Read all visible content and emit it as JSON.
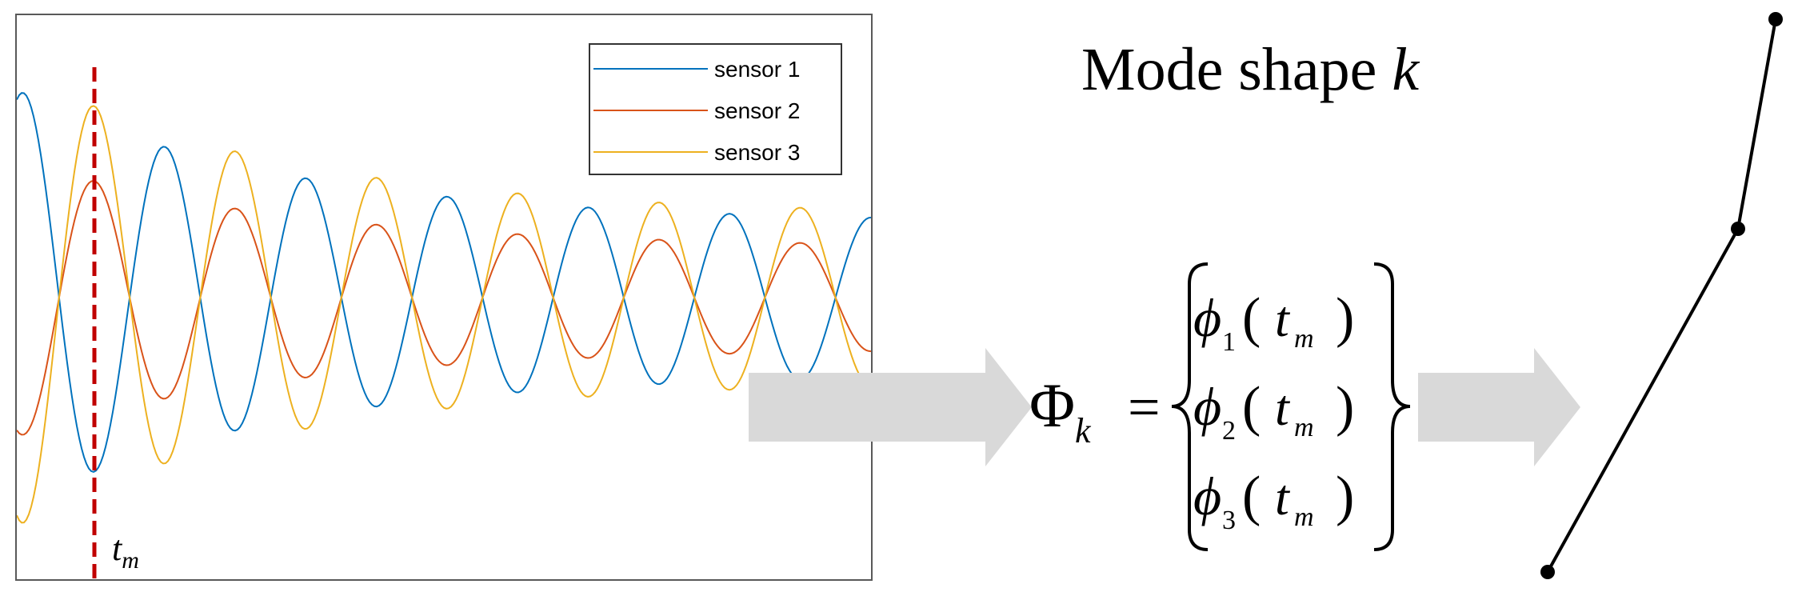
{
  "legend": {
    "entries": [
      {
        "label": "sensor 1",
        "color": "#0072BD"
      },
      {
        "label": "sensor 2",
        "color": "#D95319"
      },
      {
        "label": "sensor 3",
        "color": "#EDB120"
      }
    ]
  },
  "marker": {
    "t": "t",
    "sub": "m",
    "color": "#C00000"
  },
  "mode_title": {
    "prefix": "Mode shape ",
    "var": "k"
  },
  "equation": {
    "lhs": "Φ",
    "lhs_sub": "k",
    "equals": "=",
    "rows": [
      {
        "phi": "ϕ",
        "index": "1",
        "t": "t",
        "sub": "m"
      },
      {
        "phi": "ϕ",
        "index": "2",
        "t": "t",
        "sub": "m"
      },
      {
        "phi": "ϕ",
        "index": "3",
        "t": "t",
        "sub": "m"
      }
    ]
  },
  "colors": {
    "arrow": "#D9D9D9",
    "frame": "#595959",
    "shape_line": "#000000"
  }
}
